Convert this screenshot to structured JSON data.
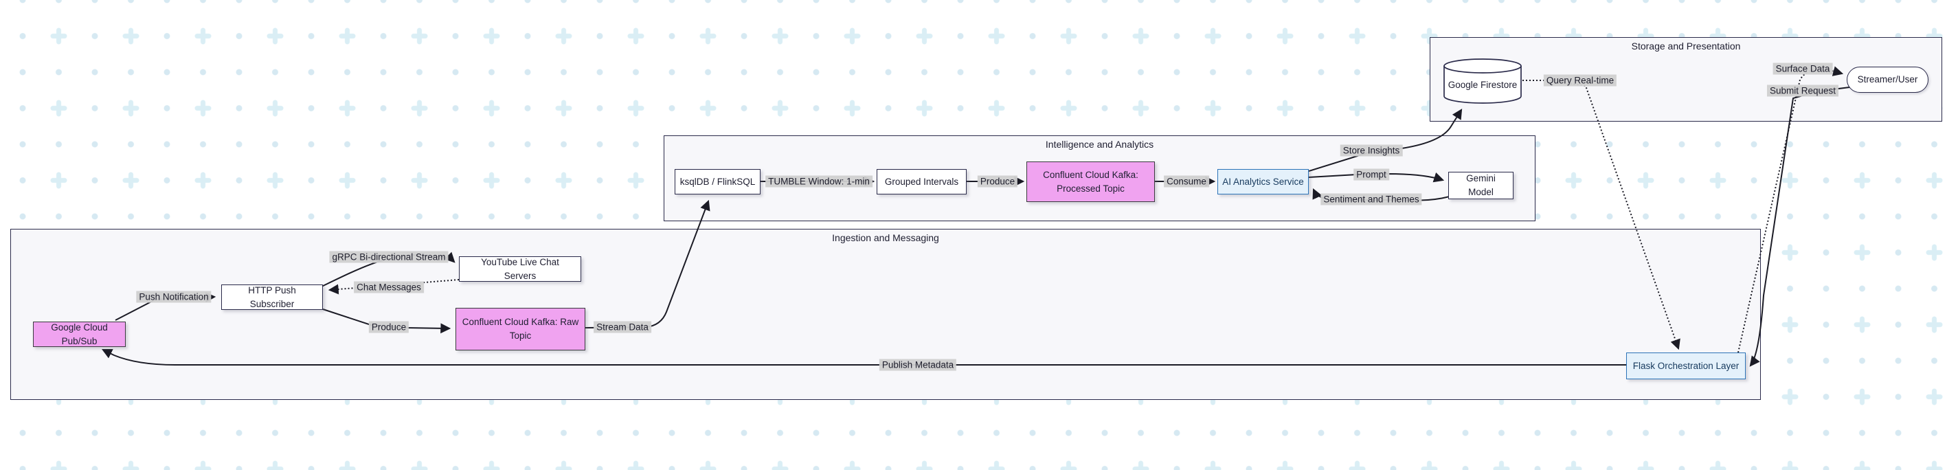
{
  "diagram": {
    "subgraphs": {
      "storage": {
        "title": "Storage and Presentation"
      },
      "intelligence": {
        "title": "Intelligence and Analytics"
      },
      "ingestion": {
        "title": "Ingestion and Messaging"
      }
    },
    "nodes": {
      "firestore": {
        "label": "Google Firestore",
        "shape": "cylinder",
        "fill": "white"
      },
      "streamer": {
        "label": "Streamer/User",
        "shape": "stadium",
        "fill": "white"
      },
      "ksqldb": {
        "label": "ksqlDB / FlinkSQL",
        "shape": "rect",
        "fill": "white"
      },
      "grouped": {
        "label": "Grouped Intervals",
        "shape": "rect",
        "fill": "white"
      },
      "processed": {
        "label": "Confluent Cloud Kafka: Processed Topic",
        "shape": "rect",
        "fill": "pink"
      },
      "ai": {
        "label": "AI Analytics Service",
        "shape": "rect",
        "fill": "blue"
      },
      "gemini": {
        "label": "Gemini Model",
        "shape": "rect",
        "fill": "white"
      },
      "youtube": {
        "label": "YouTube Live Chat Servers",
        "shape": "rect",
        "fill": "white"
      },
      "http": {
        "label": "HTTP Push Subscriber",
        "shape": "rect",
        "fill": "white"
      },
      "pubsub": {
        "label": "Google Cloud Pub/Sub",
        "shape": "rect",
        "fill": "pink"
      },
      "raw": {
        "label": "Confluent Cloud Kafka: Raw Topic",
        "shape": "rect",
        "fill": "pink"
      },
      "flask": {
        "label": "Flask Orchestration Layer",
        "shape": "rect",
        "fill": "blue"
      }
    },
    "edges": {
      "push_notification": {
        "label": "Push Notification",
        "from": "pubsub",
        "to": "http",
        "style": "solid"
      },
      "grpc_stream": {
        "label": "gRPC Bi-directional Stream",
        "from": "http",
        "to": "youtube",
        "style": "solid"
      },
      "chat_messages": {
        "label": "Chat Messages",
        "from": "youtube",
        "to": "http",
        "style": "dotted"
      },
      "produce_raw": {
        "label": "Produce",
        "from": "http",
        "to": "raw",
        "style": "solid"
      },
      "stream_data": {
        "label": "Stream Data",
        "from": "raw",
        "to": "ksqldb",
        "style": "solid"
      },
      "tumble_window": {
        "label": "TUMBLE Window: 1-min",
        "from": "ksqldb",
        "to": "grouped",
        "style": "solid"
      },
      "produce_processed": {
        "label": "Produce",
        "from": "grouped",
        "to": "processed",
        "style": "solid"
      },
      "consume": {
        "label": "Consume",
        "from": "processed",
        "to": "ai",
        "style": "solid"
      },
      "store_insights": {
        "label": "Store Insights",
        "from": "ai",
        "to": "firestore",
        "style": "solid"
      },
      "prompt": {
        "label": "Prompt",
        "from": "ai",
        "to": "gemini",
        "style": "solid"
      },
      "sentiment_themes": {
        "label": "Sentiment and Themes",
        "from": "gemini",
        "to": "ai",
        "style": "solid"
      },
      "query_realtime": {
        "label": "Query Real-time",
        "from": "firestore",
        "to": "flask",
        "style": "dotted"
      },
      "surface_data": {
        "label": "Surface Data",
        "from": "flask",
        "to": "streamer",
        "style": "dotted"
      },
      "submit_request": {
        "label": "Submit Request",
        "from": "streamer",
        "to": "flask",
        "style": "solid"
      },
      "publish_metadata": {
        "label": "Publish Metadata",
        "from": "flask",
        "to": "pubsub",
        "style": "solid"
      }
    },
    "colors": {
      "pink_fill": "#f0a3f0",
      "blue_fill": "#e4f1fb",
      "blue_border": "#2c73b8",
      "node_border": "#2a2a4a",
      "subgraph_fill": "#f7f7fa",
      "edge_stroke": "#1b1b25",
      "edge_label_bg": "#d0d0d0",
      "pattern_dot": "#d6e9f2",
      "pattern_plus": "#daeef5"
    }
  }
}
